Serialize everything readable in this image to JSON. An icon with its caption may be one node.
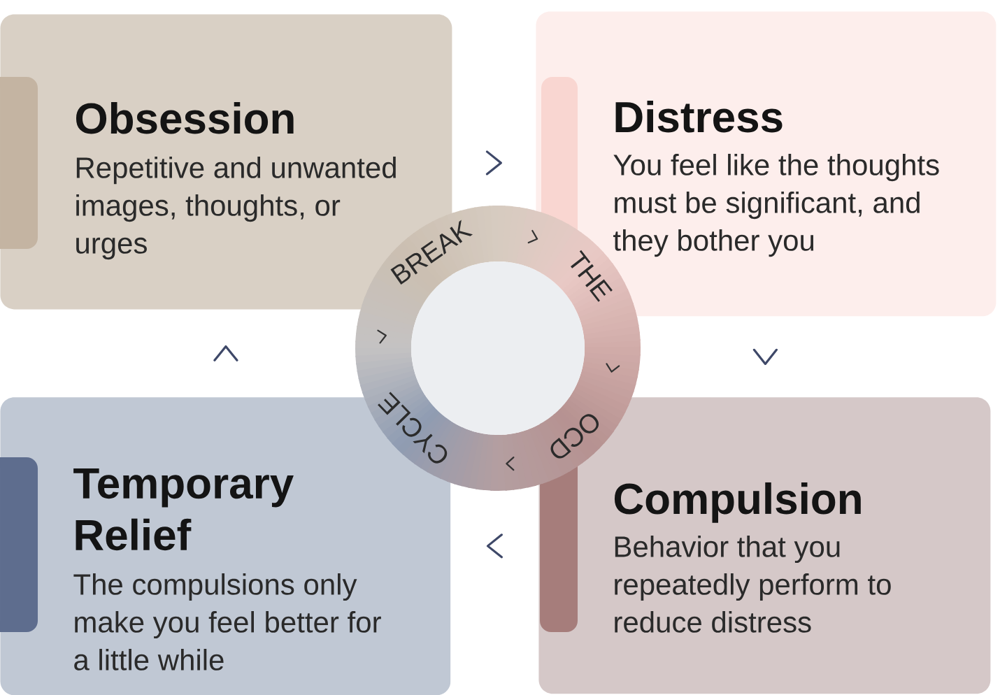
{
  "diagram": {
    "nodes": [
      {
        "text": [
          "Obsession",
          "Repetitive and unwanted images, thoughts, or urges"
        ]
      },
      {
        "text": [
          "Distress",
          "You feel like the thoughts must be significant, and they bother you"
        ]
      },
      {
        "text": [
          "BREAK",
          "THE",
          "OCD",
          "CYCLE"
        ]
      },
      {
        "text": [
          "Temporary Relief",
          "The compulsions only make you feel better for a little while"
        ]
      },
      {
        "text": [
          "Compulsion",
          "Behavior that you repeatedly perform to reduce distress"
        ]
      }
    ],
    "edges": [
      {
        "from": 0,
        "to": 1,
        "arrow": "to"
      },
      {
        "from": 1,
        "to": 4,
        "arrow": "to"
      },
      {
        "from": 4,
        "to": 3,
        "arrow": "to"
      },
      {
        "from": 3,
        "to": 0,
        "arrow": "to"
      }
    ]
  }
}
